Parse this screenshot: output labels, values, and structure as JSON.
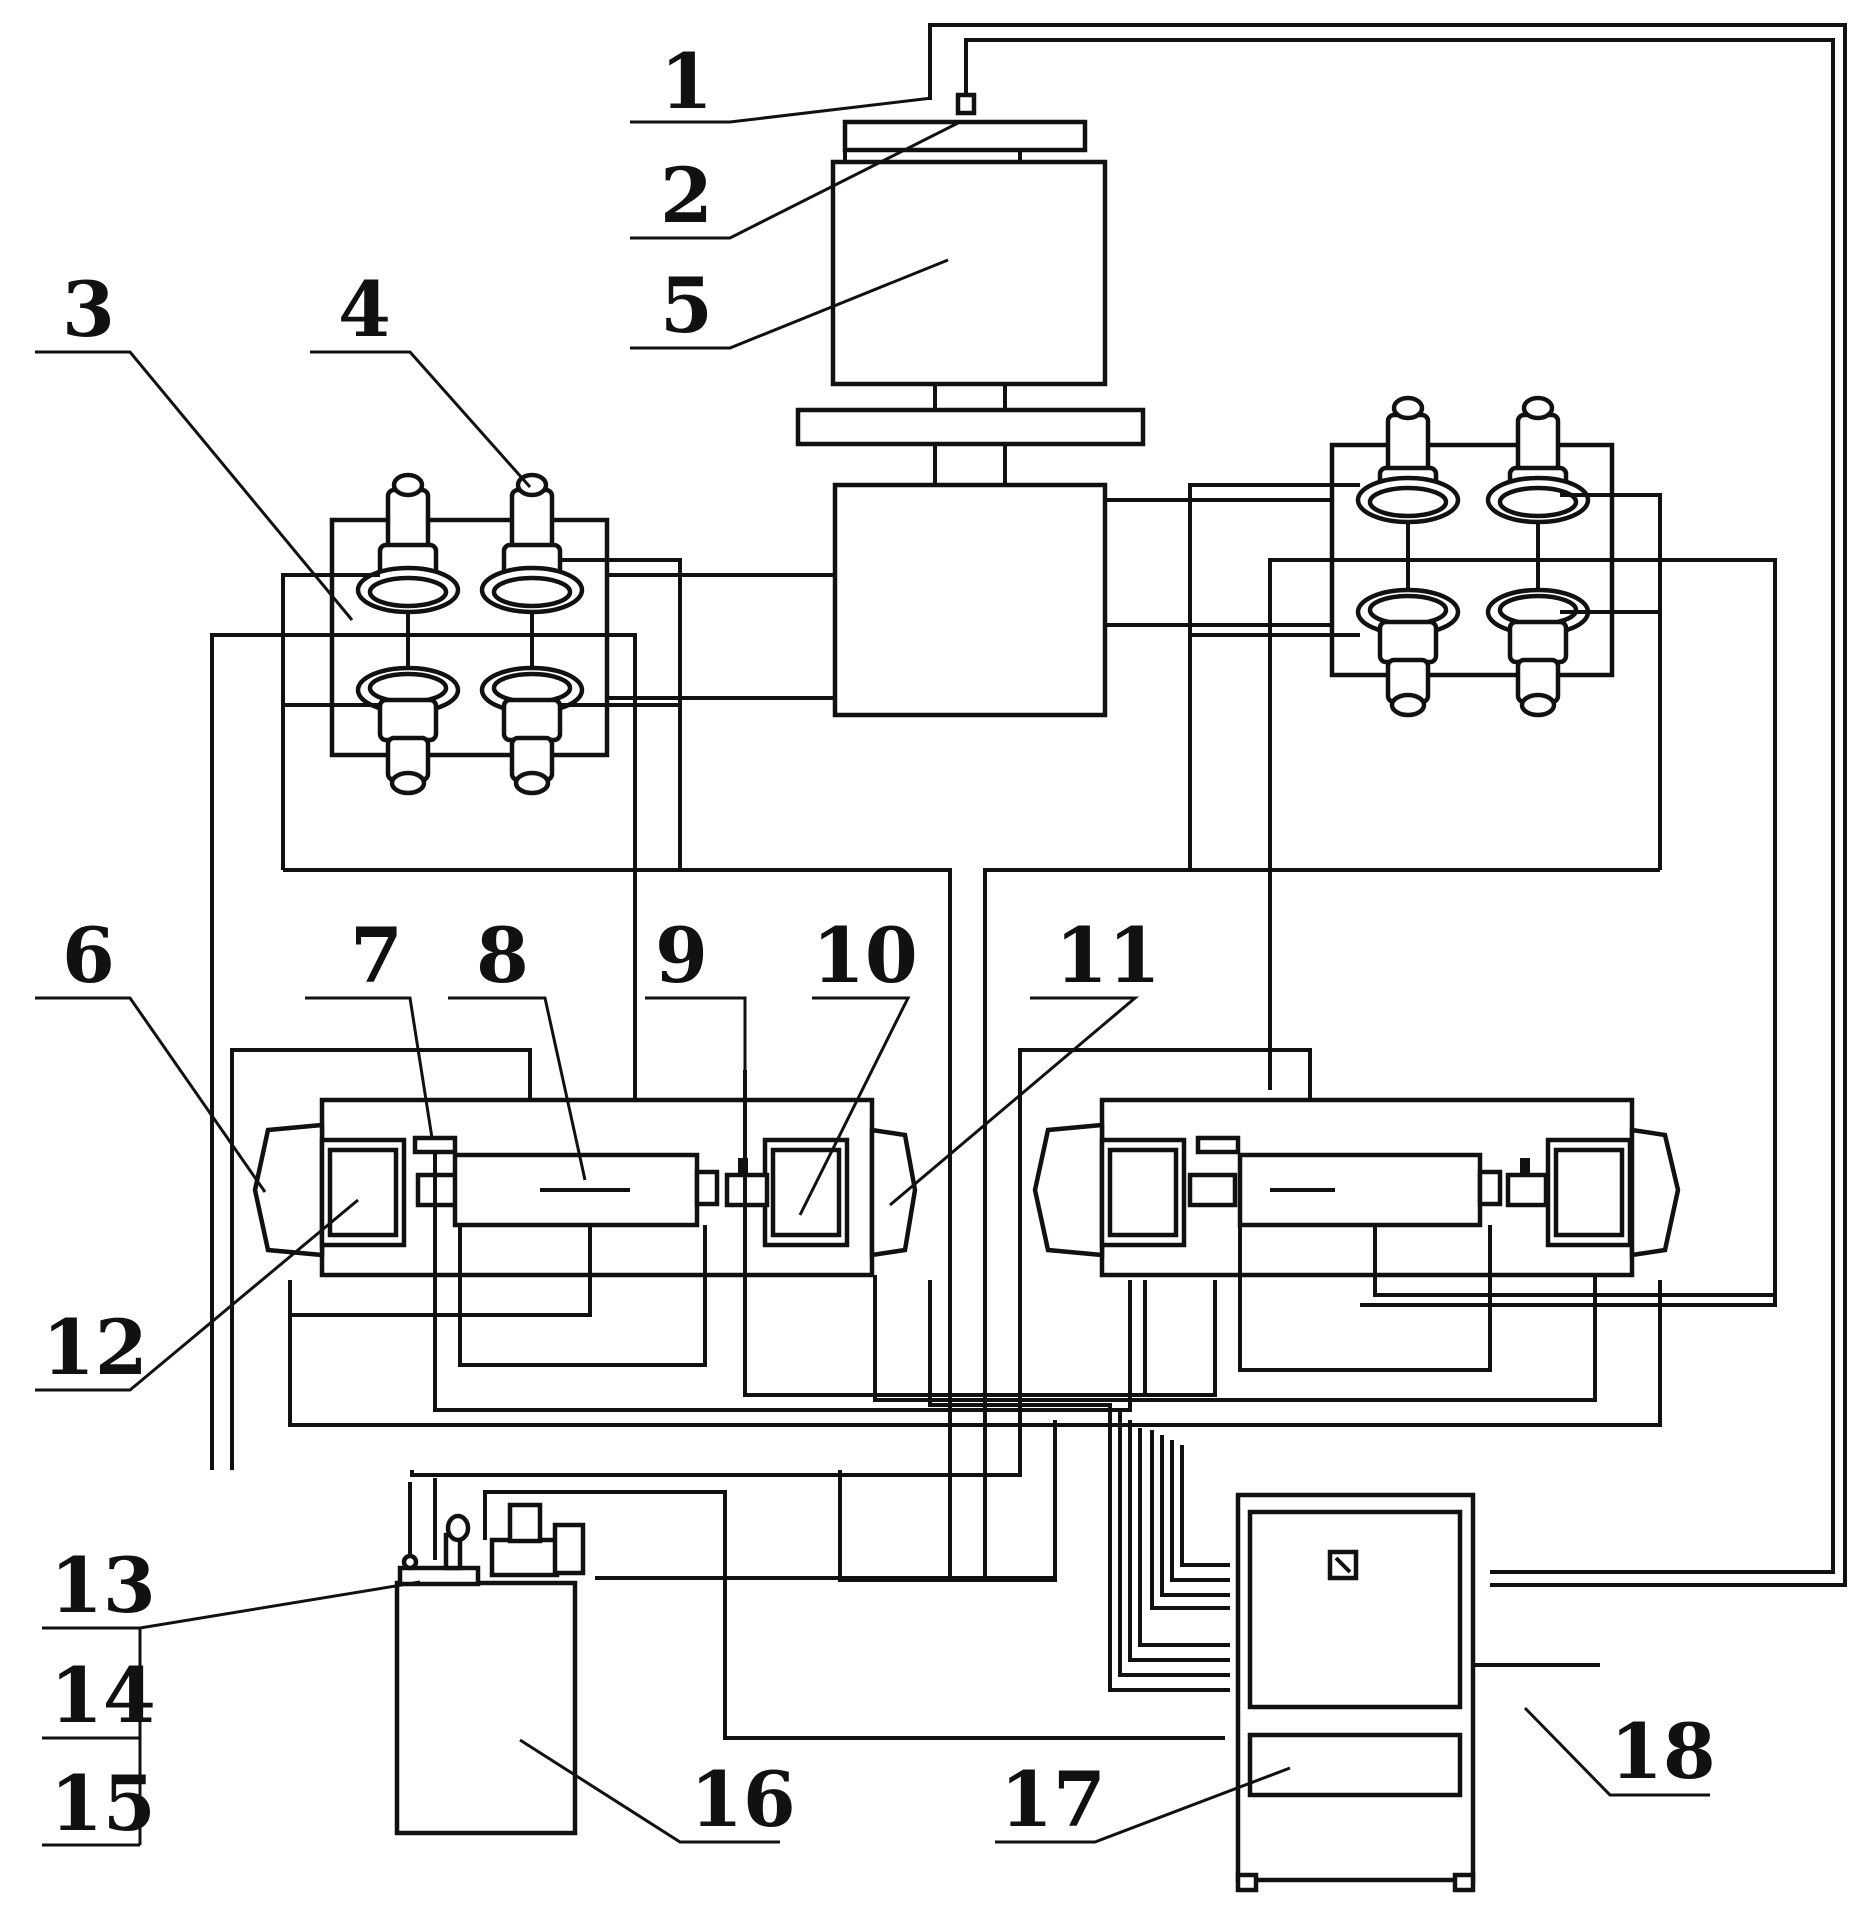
{
  "labels": [
    "1",
    "2",
    "3",
    "4",
    "5",
    "6",
    "7",
    "8",
    "9",
    "10",
    "11",
    "12",
    "13",
    "14",
    "15",
    "16",
    "17",
    "18"
  ],
  "colors": {
    "line": "#111111",
    "background": "#ffffff"
  }
}
